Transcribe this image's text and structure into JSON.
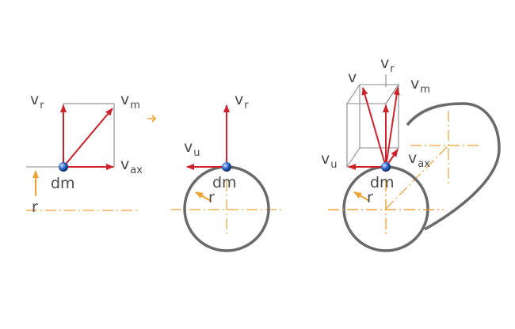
{
  "colors": {
    "velocity": "#d0202a",
    "radius_and_axis": "#f0a030",
    "cylinder": "#6a6a6a",
    "mass_point": "#2a64c8"
  },
  "panel1": {
    "v_r": "v",
    "v_r_sub": "r",
    "v_m": "v",
    "v_m_sub": "m",
    "v_ax": "v",
    "v_ax_sub": "ax",
    "dm": "dm",
    "r": "r"
  },
  "panel2": {
    "v_r": "v",
    "v_r_sub": "r",
    "v_u": "v",
    "v_u_sub": "u",
    "dm": "dm",
    "r": "r"
  },
  "panel3": {
    "v": "v",
    "v_r": "v",
    "v_r_sub": "r",
    "v_m": "v",
    "v_m_sub": "m",
    "v_u": "v",
    "v_u_sub": "u",
    "v_ax": "v",
    "v_ax_sub": "ax",
    "dm": "dm",
    "r": "r"
  }
}
